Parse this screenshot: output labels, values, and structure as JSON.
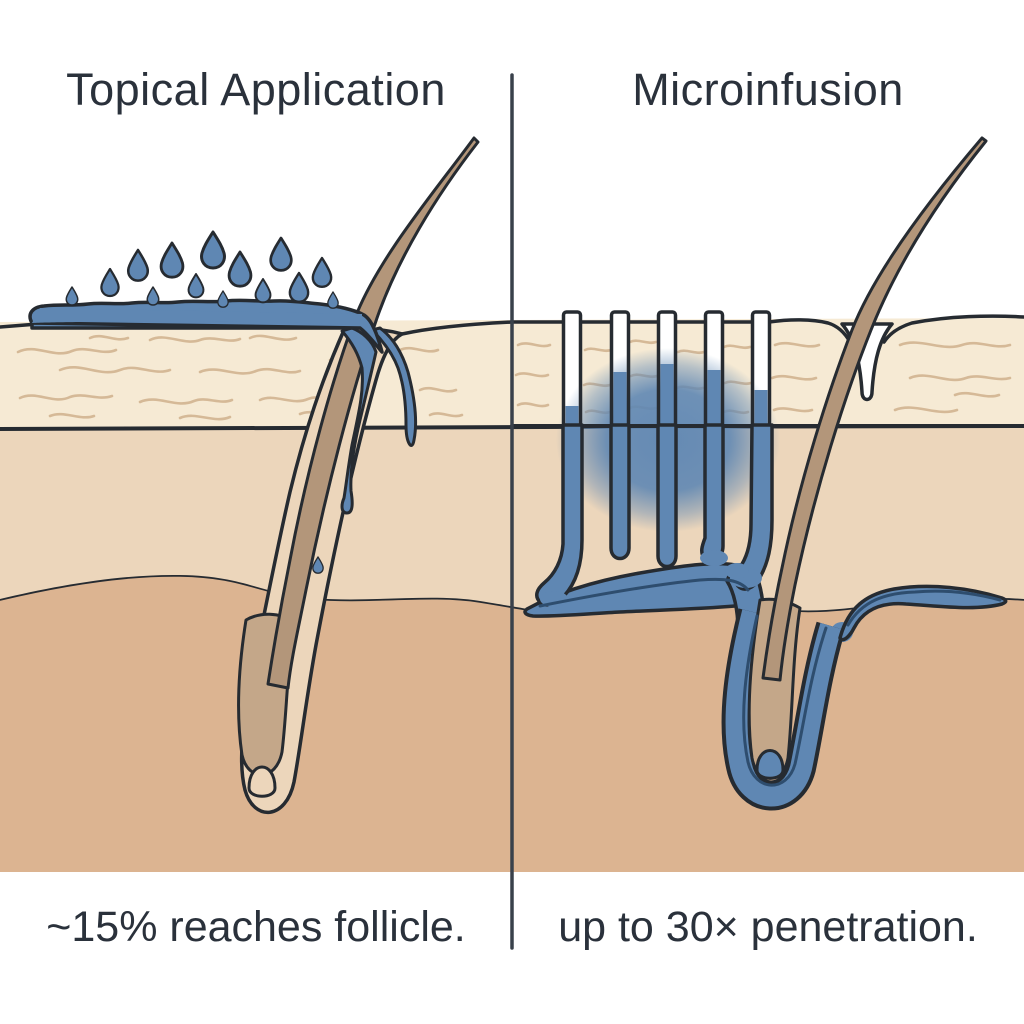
{
  "meta": {
    "type": "comparison-diagram",
    "subject": "skin cross-section: topical product vs microinfusion delivery"
  },
  "left_panel": {
    "title": "Topical Application",
    "caption": "~15% reaches follicle.",
    "droplet_count": 14,
    "features": [
      "product droplets on surface",
      "blue film pooled on stratum corneum",
      "hair shaft and follicle bulb",
      "small dribble of product down follicle opening"
    ]
  },
  "right_panel": {
    "title": "Microinfusion",
    "caption": "up to 30× penetration.",
    "channel_count": 5,
    "features": [
      "microneedle channels cut through epidermis",
      "blue diffusion bloom in epidermis",
      "deep dermal pool of product",
      "product sheath fully surrounding follicle bulb"
    ]
  },
  "colors": {
    "background": "#ffffff",
    "fluid_blue": "#5f87b3",
    "fluid_line": "#2e4d6e",
    "outline": "#262b31",
    "epidermis": "#f6ead4",
    "epidermis_texture": "#d4b794",
    "upper_dermis": "#ecd6bb",
    "lower_dermis": "#dcb491",
    "hair": "#b3967a",
    "follicle_bulb": "#c4a789",
    "text": "#2a313b",
    "divider": "#39414b"
  }
}
